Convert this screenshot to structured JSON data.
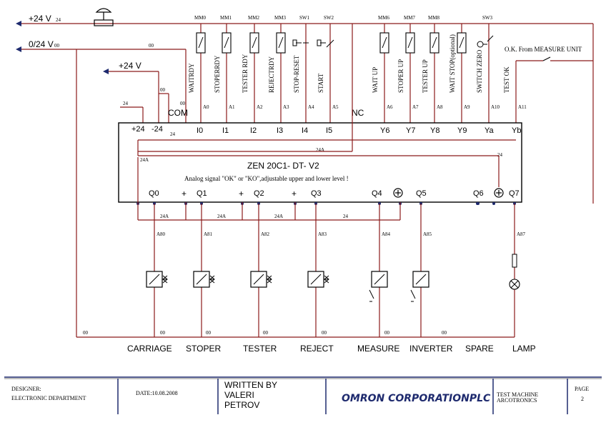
{
  "supply": {
    "plus24": "+24 V",
    "plus24_sub": "24",
    "zero24": "0/24 V",
    "zero24_sub": "00",
    "plus24_b": "+24 V"
  },
  "wire_labels": {
    "w24": "24",
    "w00": "00",
    "w24A": "24A",
    "w24a": "24"
  },
  "inputs": [
    {
      "ref": "MM0",
      "name": "WAITRDY",
      "addr": "A0",
      "term": "I0"
    },
    {
      "ref": "MM1",
      "name": "STOPERRDY",
      "addr": "A1",
      "term": "I1"
    },
    {
      "ref": "MM2",
      "name": "TESTER RDY",
      "addr": "A2",
      "term": "I2"
    },
    {
      "ref": "MM3",
      "name": "REJECTRDY",
      "addr": "A3",
      "term": "I3"
    },
    {
      "ref": "SW1",
      "name": "STOP-RESET",
      "addr": "A4",
      "term": "I4"
    },
    {
      "ref": "SW2",
      "name": "START",
      "addr": "A5",
      "term": "I5"
    },
    {
      "ref": "MM6",
      "name": "WAIT UP",
      "addr": "A6",
      "term": "Y6"
    },
    {
      "ref": "MM7",
      "name": "STOPER UP",
      "addr": "A7",
      "term": "Y7"
    },
    {
      "ref": "MM8",
      "name": "TESTER UP",
      "addr": "A8",
      "term": "Y8"
    },
    {
      "ref": "",
      "name": "WAIT STOP(optional)",
      "addr": "A9",
      "term": "Y9"
    },
    {
      "ref": "SW3",
      "name": "SWITCH ZERO",
      "addr": "A10",
      "term": "Ya"
    },
    {
      "ref": "",
      "name": "TEST OK",
      "addr": "A11",
      "term": "Yb"
    }
  ],
  "plc": {
    "model": "ZEN 20C1- DT- V2",
    "note": "Analog signal \"OK\" or \"KO\",adjustable upper and lower level !",
    "com": "COM",
    "nc": "NC",
    "plus24": "+24",
    "minus24": "-24",
    "plus": "+"
  },
  "measure_note": "O.K. From MEASURE UNIT",
  "outputs": [
    {
      "term": "Q0",
      "addr": "A80",
      "label": "CARRIAGE"
    },
    {
      "term": "Q1",
      "addr": "A81",
      "label": "STOPER"
    },
    {
      "term": "Q2",
      "addr": "A82",
      "label": "TESTER"
    },
    {
      "term": "Q3",
      "addr": "A83",
      "label": "REJECT"
    },
    {
      "term": "Q4",
      "addr": "A84",
      "label": "MEASURE"
    },
    {
      "term": "Q5",
      "addr": "A85",
      "label": "INVERTER"
    },
    {
      "term": "Q6",
      "addr": "",
      "label": "SPARE"
    },
    {
      "term": "Q7",
      "addr": "A87",
      "label": "LAMP"
    }
  ],
  "footer": {
    "designer_label": "DESIGNER:",
    "designer_value": "ELECTRONIC DEPARTMENT",
    "date": "DATE:10.08.2008",
    "written_1": "WRITTEN BY",
    "written_2": "VALERI",
    "written_3": "PETROV",
    "company": "OMRON CORPORATIONPLC",
    "project_1": "TEST MACHINE",
    "project_2": "ARCOTRONICS",
    "page_label": "PAGE",
    "page_value": "2"
  },
  "colors": {
    "wire": "#8b1a1a",
    "line": "#000000",
    "border_blue": "#1e2a6e"
  }
}
